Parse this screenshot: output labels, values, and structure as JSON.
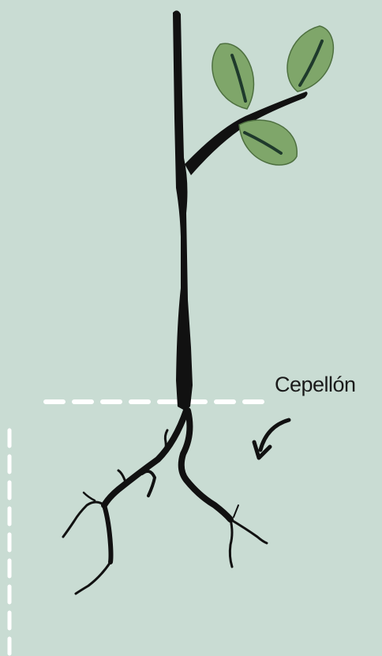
{
  "diagram": {
    "label": "Cepellón",
    "colors": {
      "background": "#c9dcd3",
      "stem": "#111111",
      "leaf_fill": "#7fa66a",
      "leaf_stroke": "#4e7040",
      "leaf_vein": "#1f3a2c",
      "dashed_line": "#ffffff"
    },
    "icons": [
      "seedling-stem",
      "leaf",
      "root",
      "curved-arrow"
    ]
  }
}
